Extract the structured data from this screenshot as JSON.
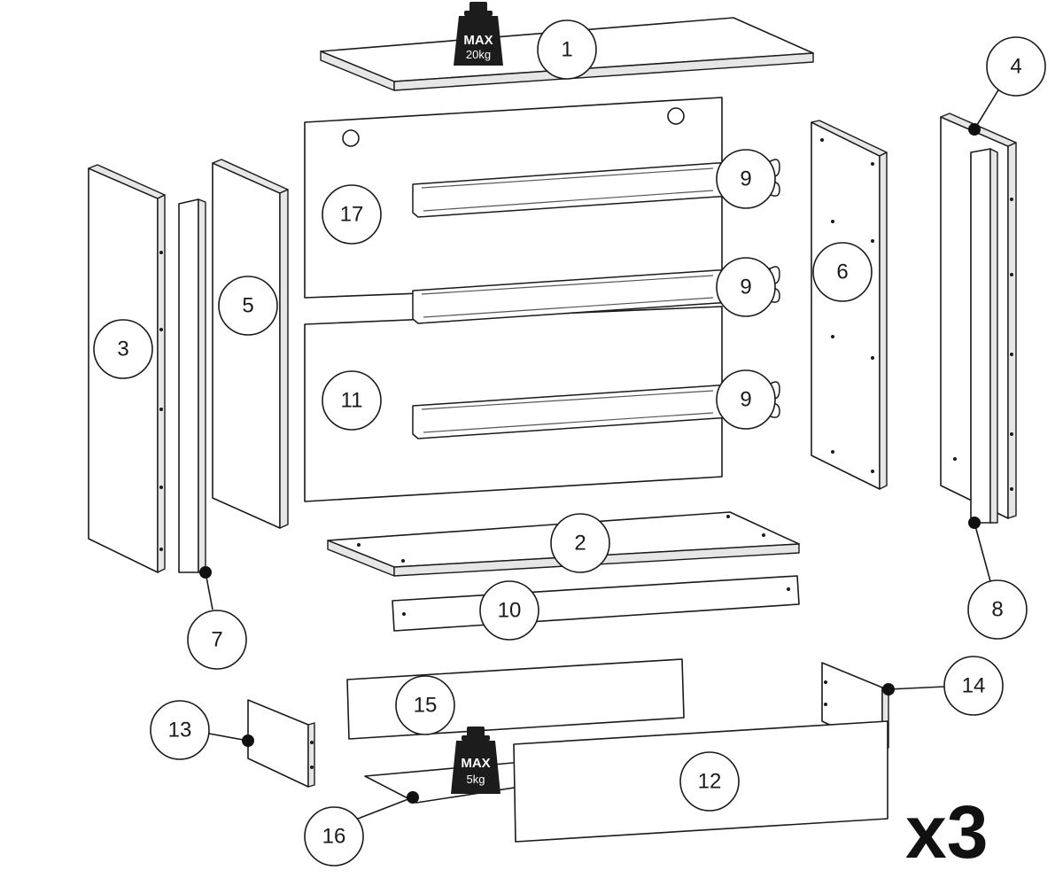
{
  "parts": [
    {
      "id": "part-1",
      "label": "1"
    },
    {
      "id": "part-2",
      "label": "2"
    },
    {
      "id": "part-3",
      "label": "3"
    },
    {
      "id": "part-4",
      "label": "4"
    },
    {
      "id": "part-5",
      "label": "5"
    },
    {
      "id": "part-6",
      "label": "6"
    },
    {
      "id": "part-7",
      "label": "7"
    },
    {
      "id": "part-8",
      "label": "8"
    },
    {
      "id": "part-9a",
      "label": "9"
    },
    {
      "id": "part-9b",
      "label": "9"
    },
    {
      "id": "part-9c",
      "label": "9"
    },
    {
      "id": "part-10",
      "label": "10"
    },
    {
      "id": "part-11",
      "label": "11"
    },
    {
      "id": "part-12",
      "label": "12"
    },
    {
      "id": "part-13",
      "label": "13"
    },
    {
      "id": "part-14",
      "label": "14"
    },
    {
      "id": "part-15",
      "label": "15"
    },
    {
      "id": "part-16",
      "label": "16"
    },
    {
      "id": "part-17",
      "label": "17"
    }
  ],
  "weights": {
    "top": {
      "max": "MAX",
      "load": "20kg"
    },
    "drawer": {
      "max": "MAX",
      "load": "5kg"
    }
  },
  "multiplier": "x3",
  "colors": {
    "line": "#1a1a1a",
    "weight": "#1c1c1c",
    "background": "#ffffff"
  }
}
